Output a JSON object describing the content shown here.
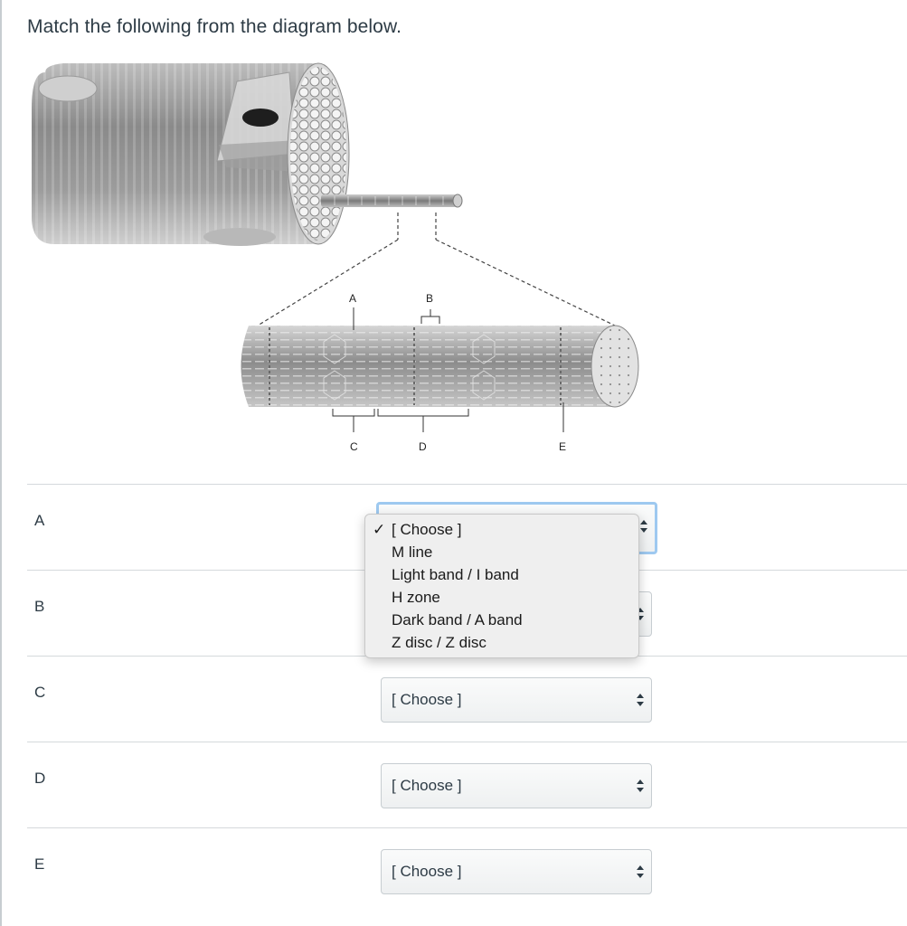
{
  "question": {
    "text": "Match the following from the diagram below."
  },
  "diagram": {
    "labels": [
      "A",
      "B",
      "C",
      "D",
      "E"
    ]
  },
  "rows": [
    {
      "label": "A",
      "selected": ""
    },
    {
      "label": "B",
      "selected": ""
    },
    {
      "label": "C",
      "selected": "[ Choose ]"
    },
    {
      "label": "D",
      "selected": "[ Choose ]"
    },
    {
      "label": "E",
      "selected": "[ Choose ]"
    }
  ],
  "dropdown": {
    "options": [
      "[ Choose ]",
      "M line",
      "Light band / I band",
      "H zone",
      "Dark band / A band",
      "Z disc / Z disc"
    ],
    "checked_index": 0,
    "check_glyph": "✓"
  }
}
